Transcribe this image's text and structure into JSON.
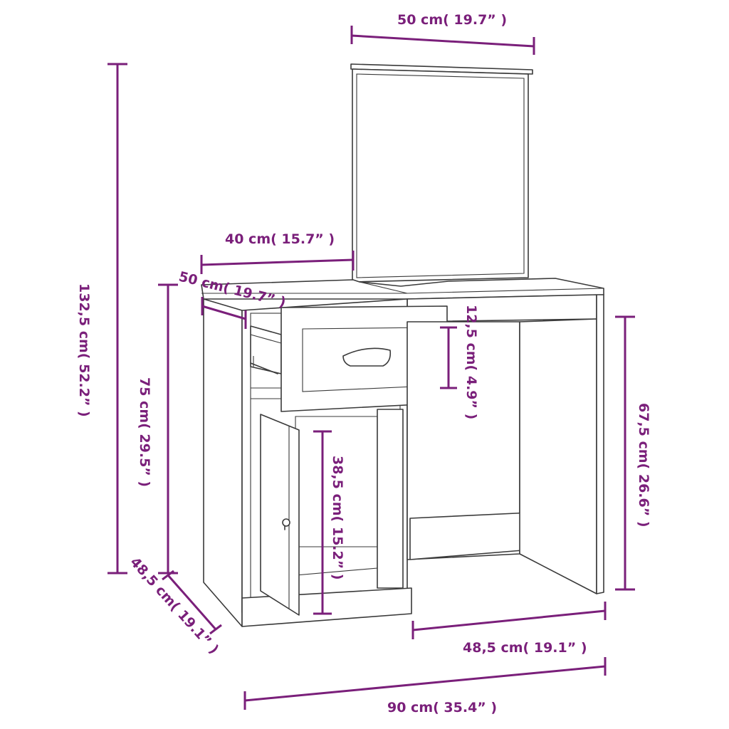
{
  "colors": {
    "dimension": "#7a1f7a",
    "outline": "#3a3a3a",
    "background": "#ffffff"
  },
  "dimensions": {
    "mirror_width": "50 cm( 19.7”  )",
    "total_height": "132,5 cm( 52.2”  )",
    "top_depth": "40 cm( 15.7”  )",
    "drawer_depth": "50 cm( 19.7”  )",
    "table_height": "75 cm( 29.5”  )",
    "drawer_height": "12,5 cm( 4.9”  )",
    "door_height": "38,5 cm( 15.2”  )",
    "knee_height": "67,5 cm( 26.6”  )",
    "side_depth": "48,5 cm( 19.1”  )",
    "knee_width": "48,5 cm( 19.1”  )",
    "total_width": "90 cm( 35.4”  )"
  }
}
